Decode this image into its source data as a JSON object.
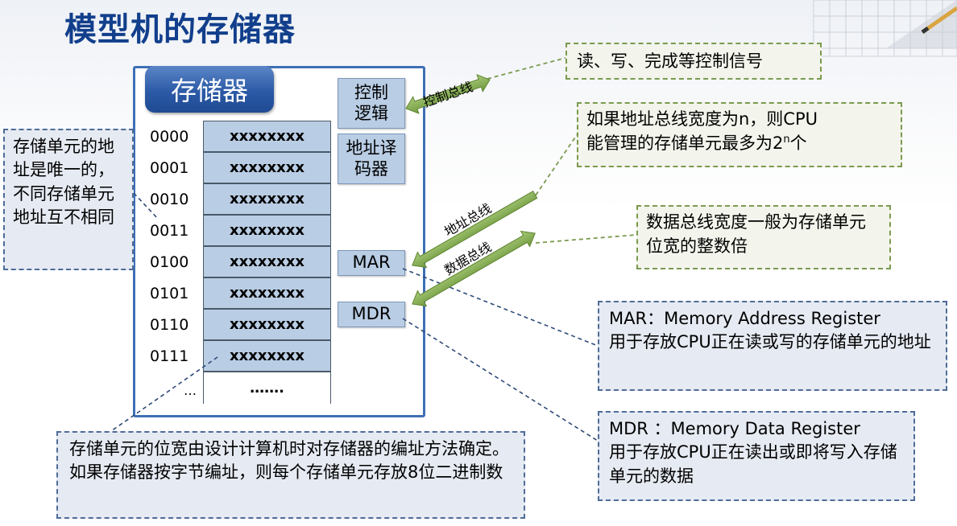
{
  "title": "模型机的存储器",
  "memory": {
    "label": "存储器",
    "cells": [
      {
        "address": "0000",
        "value": "xxxxxxxx"
      },
      {
        "address": "0001",
        "value": "xxxxxxxx"
      },
      {
        "address": "0010",
        "value": "xxxxxxxx"
      },
      {
        "address": "0011",
        "value": "xxxxxxxx"
      },
      {
        "address": "0100",
        "value": "xxxxxxxx"
      },
      {
        "address": "0101",
        "value": "xxxxxxxx"
      },
      {
        "address": "0110",
        "value": "xxxxxxxx"
      },
      {
        "address": "0111",
        "value": "xxxxxxxx"
      },
      {
        "address": "…",
        "value": "……."
      }
    ],
    "control_logic": "控制逻辑",
    "address_decoder": "地址译码器",
    "mar": "MAR",
    "mdr": "MDR"
  },
  "buses": {
    "control": "控制总线",
    "address": "地址总线",
    "data": "数据总线"
  },
  "notes": {
    "control_signals": "读、写、完成等控制信号",
    "address_width_line1": "如果地址总线宽度为n，则CPU",
    "address_width_line2_prefix": "能管理的存储单元最多为2",
    "address_width_sup": "n",
    "address_width_line2_suffix": "个",
    "data_width": "数据总线宽度一般为存储单元位宽的整数倍",
    "unique_address": "存储单元的地址是唯一的，不同存储单元地址互不相同",
    "mar_def_line1": "MAR：Memory Address Register",
    "mar_def_line2": "用于存放CPU正在读或写的存储单元的地址",
    "mdr_def_line1": "MDR ：Memory Data Register",
    "mdr_def_line2": "用于存放CPU正在读出或即将写入存储单元的数据",
    "cell_width": "存储单元的位宽由设计计算机时对存储器的编址方法确定。如果存储器按字节编址，则每个存储单元存放8位二进制数"
  }
}
